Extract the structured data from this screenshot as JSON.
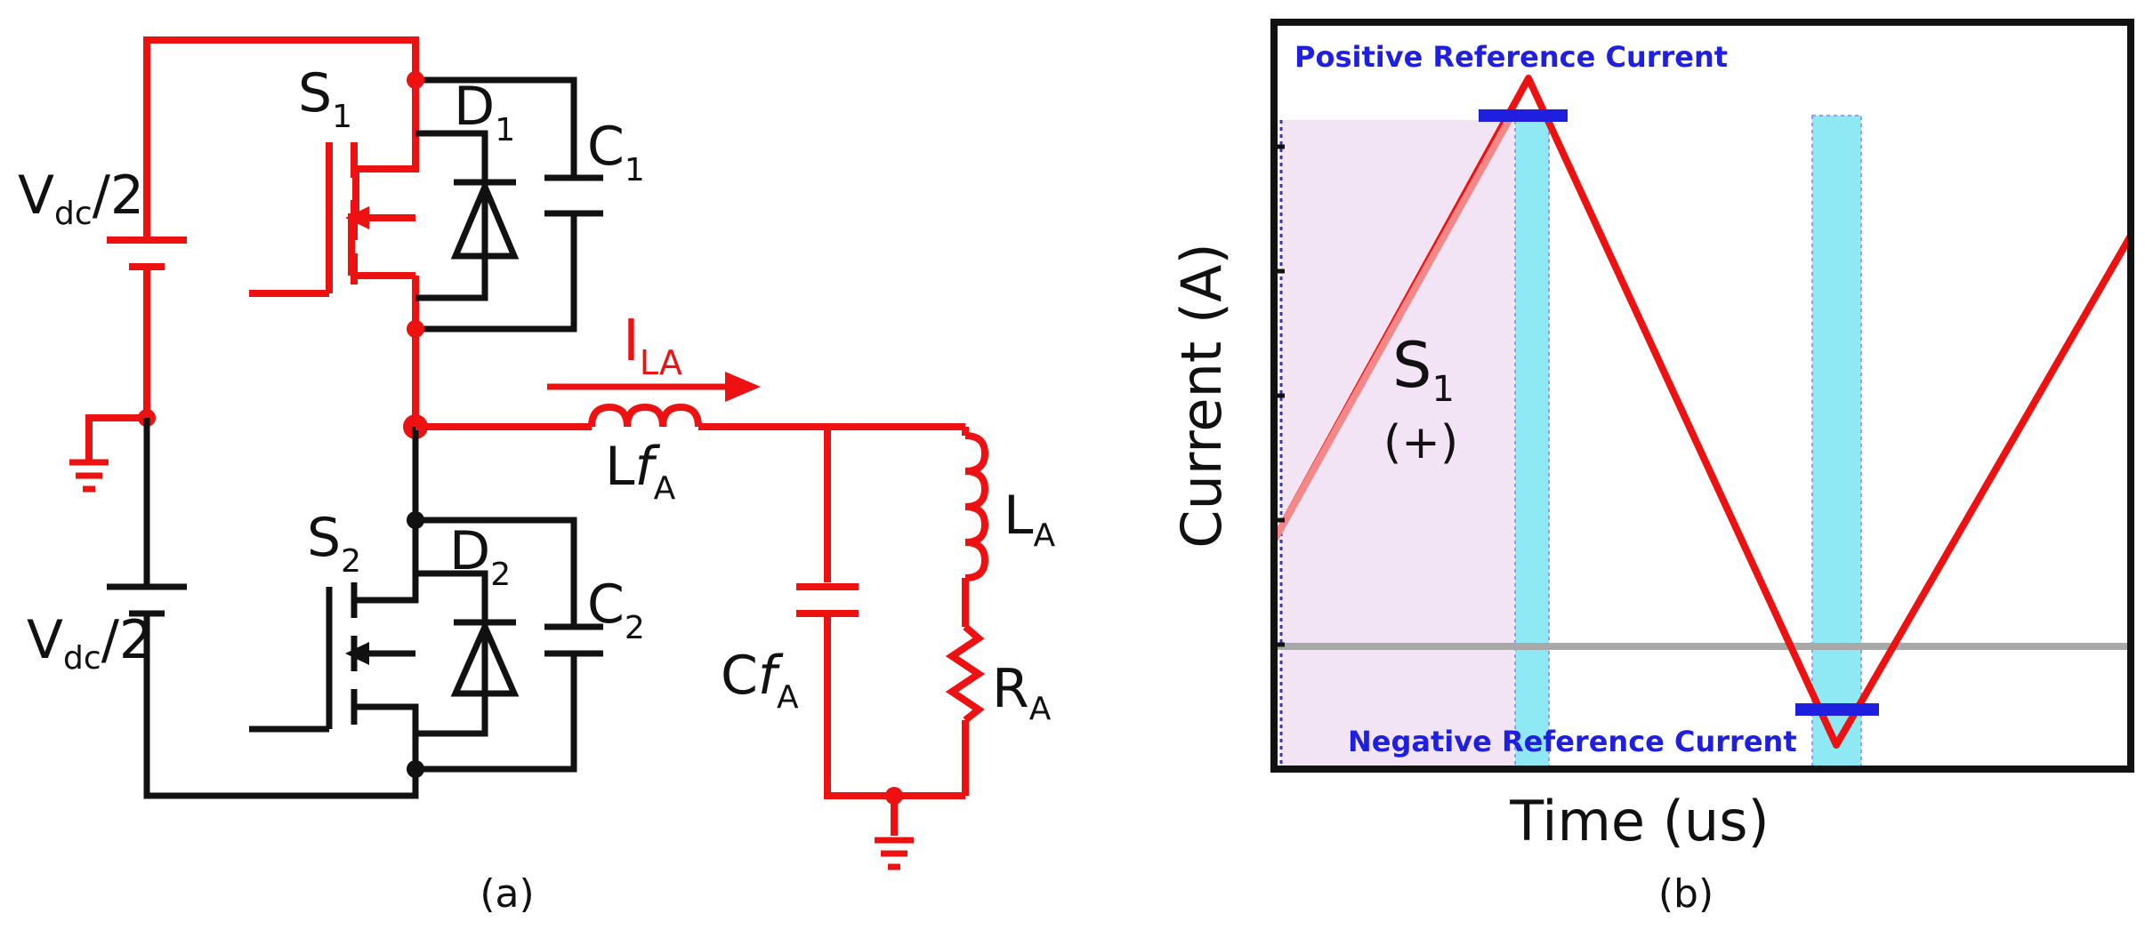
{
  "colors": {
    "wire_red": "#ee1111",
    "wire_black": "#111111",
    "reference_blue": "#1f1fe0",
    "cyan_band": "#8ee9f5",
    "lavender_region": "#f3e4f5",
    "zero_line": "#a8a8a8"
  },
  "circuit": {
    "vdc_top": {
      "main": "V",
      "sub": "dc",
      "tail": "/2"
    },
    "vdc_bottom": {
      "main": "V",
      "sub": "dc",
      "tail": "/2"
    },
    "s1": {
      "main": "S",
      "sub": "1"
    },
    "d1": {
      "main": "D",
      "sub": "1"
    },
    "c1": {
      "main": "C",
      "sub": "1"
    },
    "s2": {
      "main": "S",
      "sub": "2"
    },
    "d2": {
      "main": "D",
      "sub": "2"
    },
    "c2": {
      "main": "C",
      "sub": "2"
    },
    "ila": {
      "main": "I",
      "sub": "LA"
    },
    "lfa": {
      "main": "L",
      "italic": "f",
      "sub": "A"
    },
    "cfa": {
      "main": "C",
      "italic": "f",
      "sub": "A"
    },
    "la": {
      "main": "L",
      "sub": "A"
    },
    "ra": {
      "main": "R",
      "sub": "A"
    },
    "caption": "(a)"
  },
  "plot": {
    "ylabel": "Current (A)",
    "xlabel": "Time (us)",
    "positive_ref": "Positive Reference Current",
    "negative_ref": "Negative Reference Current",
    "s1_label": {
      "main": "S",
      "sub": "1"
    },
    "s1_sign": "(+)",
    "caption": "(b)"
  }
}
